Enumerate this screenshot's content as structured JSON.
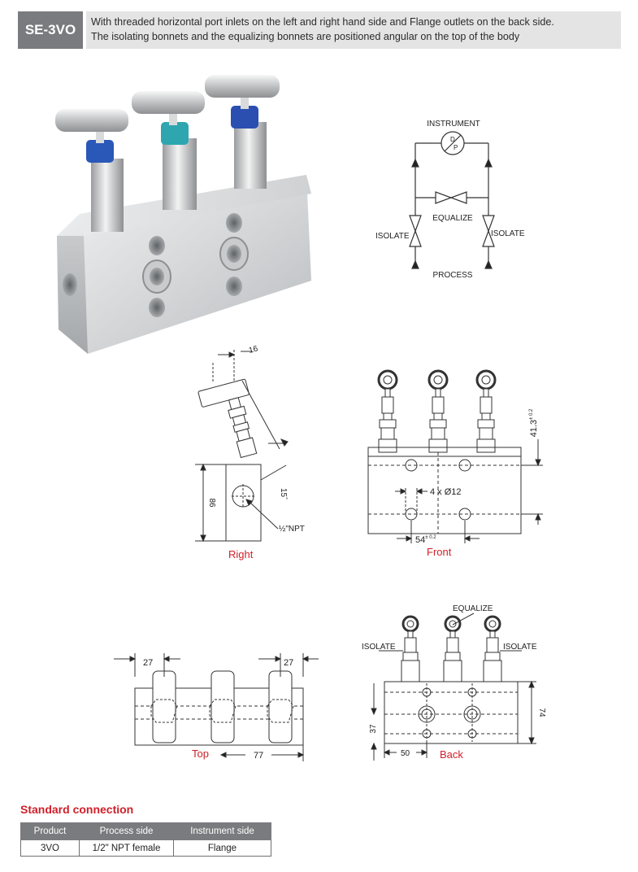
{
  "header": {
    "model": "SE-3VO",
    "description_line1": "With threaded horizontal port inlets on the left and right hand side and Flange outlets on the back side.",
    "description_line2": "The isolating bonnets and the equalizing bonnets are positioned angular on the top of the body"
  },
  "schematic": {
    "instrument": "INSTRUMENT",
    "gauge_top": "D",
    "gauge_bottom": "P",
    "equalize": "EQUALIZE",
    "isolate_left": "ISOLATE",
    "isolate_right": "ISOLATE",
    "process": "PROCESS"
  },
  "right_view": {
    "dim_top": "16",
    "dim_angle": "15",
    "dim_angle_unit": "°",
    "dim_height": "86",
    "port": "½\"NPT",
    "caption": "Right"
  },
  "front_view": {
    "dim_height": "41.3",
    "dim_height_tol": "± 0.2",
    "holes": "4 x Ø12",
    "dim_width": "54",
    "dim_width_tol": "± 0.2",
    "caption": "Front"
  },
  "top_view": {
    "dim_left": "27",
    "dim_right": "27",
    "dim_width": "77",
    "caption": "Top"
  },
  "back_view": {
    "equalize": "EQUALIZE",
    "isolate_left": "ISOLATE",
    "isolate_right": "ISOLATE",
    "dim_left": "37",
    "dim_right": "74",
    "dim_bottom": "50",
    "caption": "Back"
  },
  "standard_connection": {
    "title": "Standard connection",
    "headers": [
      "Product",
      "Process side",
      "Instrument side"
    ],
    "row": [
      "3VO",
      "1/2\" NPT female",
      "Flange"
    ]
  },
  "colors": {
    "badge_bg": "#7a7b7e",
    "desc_bg": "#e4e4e5",
    "caption_red": "#d0202a"
  }
}
